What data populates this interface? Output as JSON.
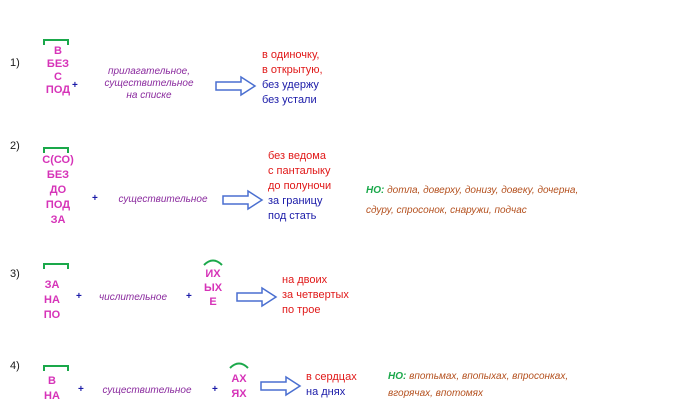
{
  "rules": [
    {
      "number": "1)",
      "prefixes": [
        "В",
        "БЕЗ",
        "С",
        "ПОД"
      ],
      "plus": "+",
      "part_of_speech": [
        "прилагательное,",
        "существительное",
        "на списке"
      ],
      "examples": [
        {
          "text": "в одиночку,",
          "color": "#e01818"
        },
        {
          "text": "в открытую,",
          "color": "#e01818"
        },
        {
          "text": "без удержу",
          "color": "#1a1aa8"
        },
        {
          "text": "без устали",
          "color": "#1a1aa8"
        }
      ]
    },
    {
      "number": "2)",
      "prefixes": [
        "С(СО)",
        "БЕЗ",
        "ДО",
        "ПОД",
        "ЗА"
      ],
      "plus": "+",
      "part_of_speech": [
        "существительное"
      ],
      "examples": [
        {
          "text": "без ведома",
          "color": "#e01818"
        },
        {
          "text": "с панталыку",
          "color": "#e01818"
        },
        {
          "text": "до полуночи",
          "color": "#e01818"
        },
        {
          "text": "за границу",
          "color": "#1a1aa8"
        },
        {
          "text": "под стать",
          "color": "#1a1aa8"
        }
      ],
      "exception": {
        "label": "НО:",
        "lines": [
          "дотла, доверху, донизу, довеку, дочерна,",
          "сдуру, спросонок, снаружи, подчас"
        ]
      }
    },
    {
      "number": "3)",
      "prefixes": [
        "ЗА",
        "НА",
        "ПО"
      ],
      "plus": "+",
      "part_of_speech": [
        "числительное"
      ],
      "plus2": "+",
      "suffixes": [
        "ИХ",
        "ЫХ",
        "Е"
      ],
      "examples": [
        {
          "text": "на двоих",
          "color": "#e01818"
        },
        {
          "text": "за четвертых",
          "color": "#e01818"
        },
        {
          "text": "по трое",
          "color": "#e01818"
        }
      ]
    },
    {
      "number": "4)",
      "prefixes": [
        "В",
        "НА"
      ],
      "plus": "+",
      "part_of_speech": [
        "существительное"
      ],
      "plus2": "+",
      "suffixes": [
        "АХ",
        "ЯХ"
      ],
      "examples": [
        {
          "text": "в сердцах",
          "color": "#e01818"
        },
        {
          "text": "на днях",
          "color": "#1a1aa8"
        }
      ],
      "exception": {
        "label": "НО:",
        "lines": [
          "впотьмах, впопыхах, впросонках,",
          "вгорячах, впотомях"
        ]
      }
    }
  ],
  "colors": {
    "prefix": "#d633b8",
    "mark": "#1aa84a",
    "arrow": "#4a6fd0",
    "plus": "#1a1aa8",
    "part_of_speech": "#8a2a9e",
    "exception_label": "#1aa84a",
    "exception_text": "#b4501e"
  }
}
